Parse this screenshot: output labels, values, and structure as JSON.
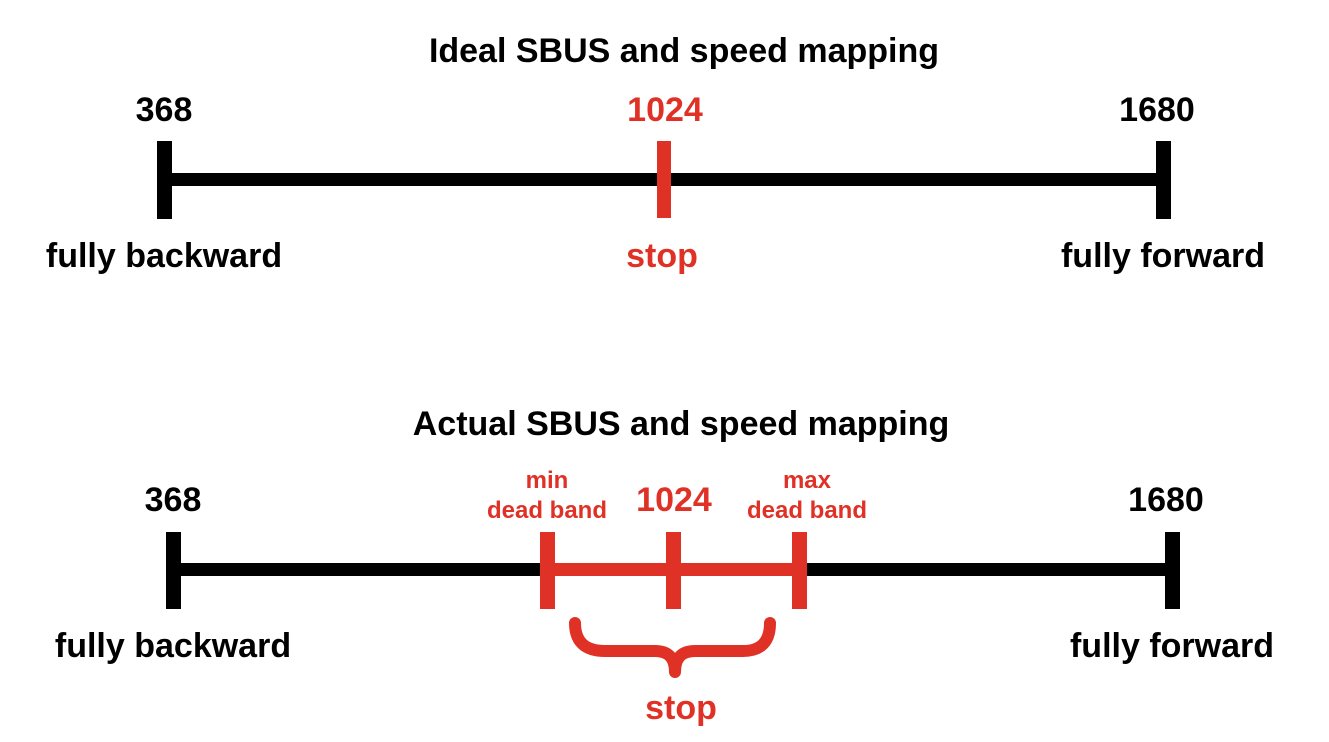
{
  "colors": {
    "line": "#000000",
    "accent": "#e03126"
  },
  "ideal": {
    "title": "Ideal SBUS and speed mapping",
    "min_value": "368",
    "center_value": "1024",
    "max_value": "1680",
    "min_label": "fully backward",
    "center_label": "stop",
    "max_label": "fully forward"
  },
  "actual": {
    "title": "Actual SBUS and speed mapping",
    "min_value": "368",
    "center_value": "1024",
    "max_value": "1680",
    "min_label": "fully backward",
    "max_label": "fully forward",
    "deadband_min_line1": "min",
    "deadband_min_line2": "dead band",
    "deadband_max_line1": "max",
    "deadband_max_line2": "dead band",
    "stop_label": "stop"
  }
}
